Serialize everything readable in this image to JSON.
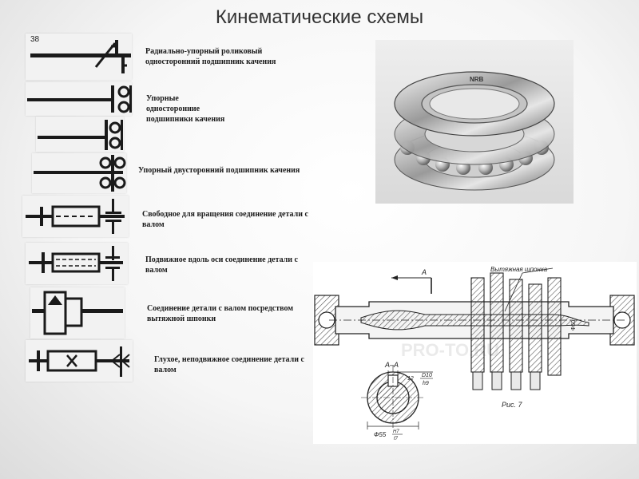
{
  "page": {
    "title": "Кинематические схемы"
  },
  "symbols": [
    {
      "id": 1,
      "corner_text": "38",
      "label": "Радиально-упорный роликовый односторонний подшипник качения"
    },
    {
      "id": 2,
      "label": "Упорные односторонние подшипники качения"
    },
    {
      "id": 3,
      "label": "Упорный двусторонний подшипник качения"
    },
    {
      "id": 4,
      "label": "Свободное для вращения соединение детали с валом"
    },
    {
      "id": 5,
      "label": "Подвижное вдоль оси соединение детали с валом"
    },
    {
      "id": 6,
      "label": "Соединение детали с валом посредством вытяжной шпонки"
    },
    {
      "id": 7,
      "label": "Глухое, неподвижное соединение детали с валом"
    }
  ],
  "photo": {
    "brand_text": "NRB"
  },
  "drawing": {
    "key_label": "Вытяжная шпонка",
    "section_marker": "А",
    "section_title": "А–А",
    "dim_top": "D10",
    "dim_bottom": "h9",
    "dim_12": "12",
    "dim_phi": "Ф55",
    "fit_top": "H7",
    "fit_bottom": "f7",
    "dim_side": "Ф50",
    "figure_caption": "Рис. 7",
    "watermark": "PRO-TO.RU"
  },
  "colors": {
    "text": "#1a1a1a",
    "title": "#333333",
    "hatch": "#555555"
  }
}
